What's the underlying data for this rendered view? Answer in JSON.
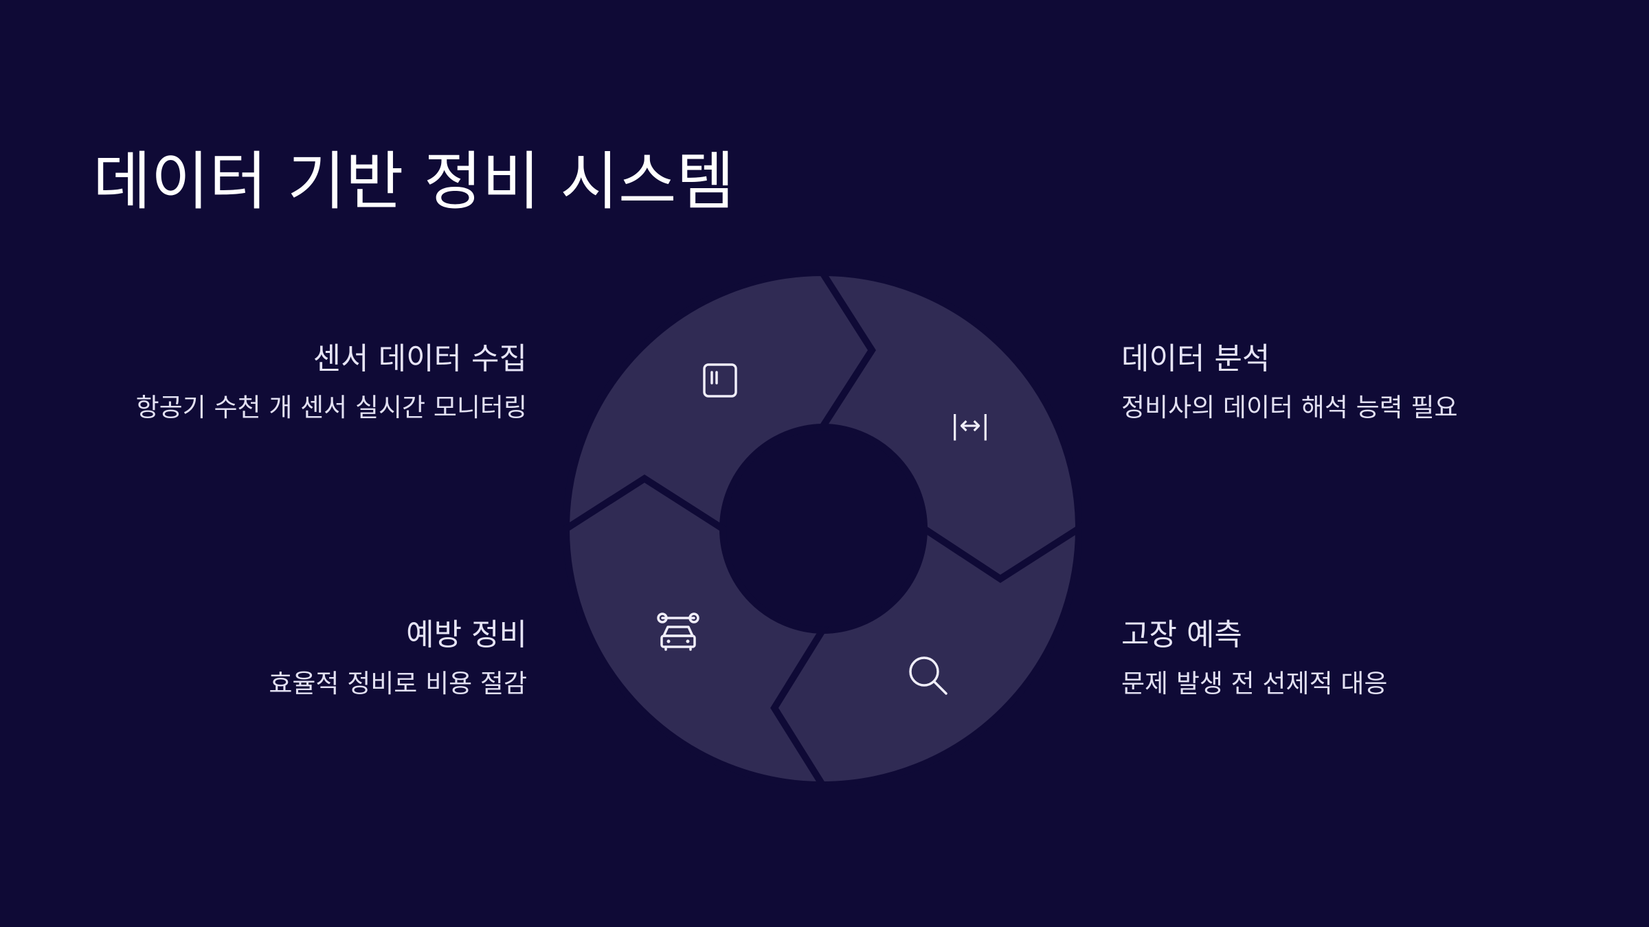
{
  "title": "데이터 기반 정비 시스템",
  "colors": {
    "background": "#0f0a36",
    "segment": "#302b54",
    "text": "#ffffff",
    "text_muted": "#e2e0f2"
  },
  "steps": [
    {
      "title": "센서 데이터 수집",
      "desc": "항공기 수천 개 센서 실시간 모니터링",
      "icon": "pause-square-icon"
    },
    {
      "title": "데이터 분석",
      "desc": "정비사의 데이터 해석 능력 필요",
      "icon": "arrows-horizontal-icon"
    },
    {
      "title": "고장 예측",
      "desc": "문제 발생 전 선제적 대응",
      "icon": "magnifier-icon"
    },
    {
      "title": "예방 정비",
      "desc": "효율적 정비로 비용 절감",
      "icon": "car-repair-icon"
    }
  ],
  "icon_glyphs": {
    "arrows": "|↔|"
  }
}
